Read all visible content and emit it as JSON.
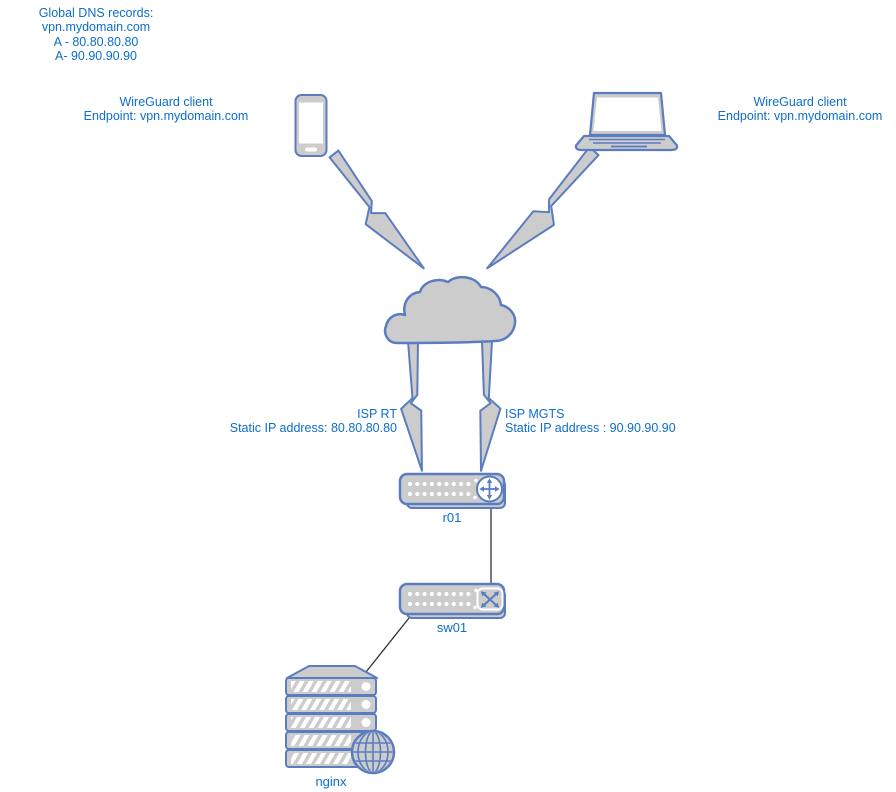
{
  "colors": {
    "label_text": "#0d6ecb",
    "icon_stroke": "#5b7dc0",
    "icon_fill": "#cccccc",
    "connector_line": "#333333",
    "background": "#ffffff"
  },
  "dns_note": {
    "lines": [
      "Global DNS records:",
      "vpn.mydomain.com",
      "A - 80.80.80.80",
      "A- 90.90.90.90"
    ]
  },
  "clients": {
    "left": {
      "title": "WireGuard client",
      "subtitle": "Endpoint: vpn.mydomain.com",
      "device": "smartphone"
    },
    "right": {
      "title": "WireGuard client",
      "subtitle": "Endpoint: vpn.mydomain.com",
      "device": "laptop"
    }
  },
  "internet": {
    "icon": "cloud"
  },
  "isp_links": {
    "rt": {
      "name": "ISP RT",
      "detail": "Static IP address: 80.80.80.80"
    },
    "mgts": {
      "name": "ISP MGTS",
      "detail": "Static IP address : 90.90.90.90"
    }
  },
  "devices": {
    "router": {
      "label": "r01",
      "icon": "router"
    },
    "switch": {
      "label": "sw01",
      "icon": "switch"
    },
    "server": {
      "label": "nginx",
      "icon": "server-rack-globe"
    }
  }
}
